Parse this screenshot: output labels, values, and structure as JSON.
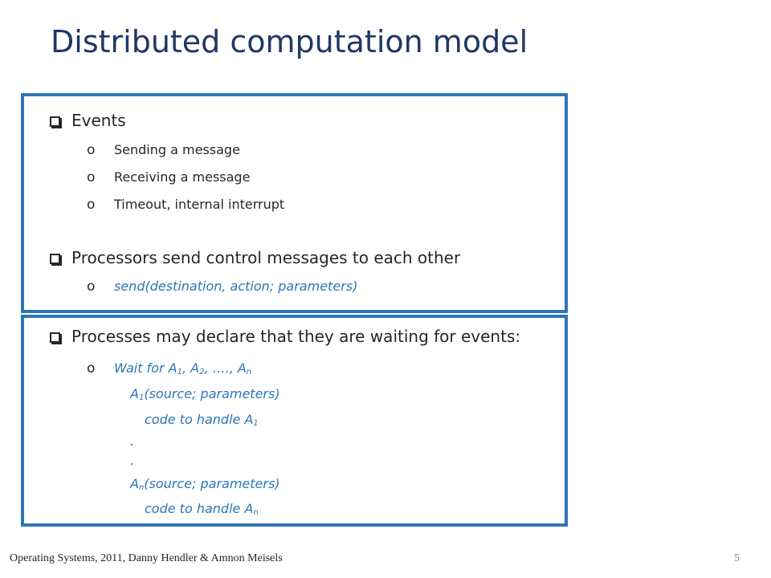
{
  "slide": {
    "title": "Distributed computation model",
    "box1": {
      "events_heading": "Events",
      "events": [
        "Sending a message",
        "Receiving a message",
        "Timeout, internal interrupt"
      ],
      "processors_heading": "Processors send control messages to each other",
      "send_signature": "send(destination, action; parameters)"
    },
    "box2": {
      "heading": "Processes may declare that they are waiting for events:",
      "wait_prefix": "Wait for A",
      "wait_sub1": "1",
      "wait_sep1": ", A",
      "wait_sub2": "2",
      "wait_sep2": ", …., A",
      "wait_subn": "n",
      "a1_prefix": "A",
      "a1_sub": "1",
      "a1_rest": "(source; parameters)",
      "handle1_text": "code to handle A",
      "handle1_sub": "1",
      "dot": ".",
      "an_prefix": "A",
      "an_sub": "n",
      "an_rest": "(source; parameters)",
      "handlen_text": "code to handle A",
      "handlen_sub": "n"
    },
    "bullet_glyph": "o",
    "footer": "Operating Systems, 2011, Danny Hendler & Amnon Meisels",
    "page_number": "5"
  }
}
